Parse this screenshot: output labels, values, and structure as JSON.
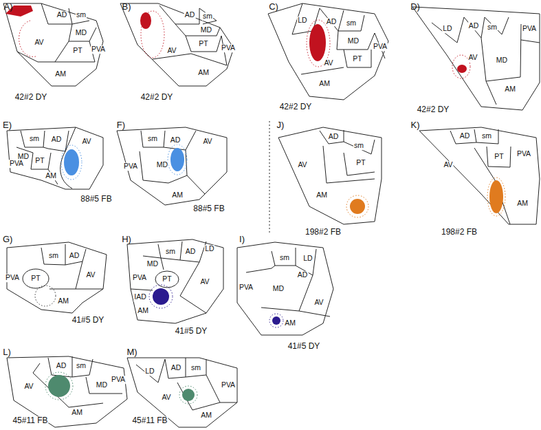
{
  "diagram": {
    "labels": [
      "A)",
      "AD",
      "sm",
      "MD",
      "AV",
      "PT",
      "PVA",
      "AM",
      "42#2 DY",
      "B)",
      "AD",
      "sm",
      "MD",
      "PT",
      "PVA",
      "AV",
      "AM",
      "42#2 DY",
      "C)",
      "LD",
      "AD",
      "sm",
      "MD",
      "PVA",
      "PT",
      "AV",
      "AM",
      "42#2 DY",
      "D)",
      "LD",
      "AD",
      "sm",
      "PVA",
      "MD",
      "AV",
      "AM",
      "42#2 DY",
      "E)",
      "sm",
      "AD",
      "AV",
      "MD",
      "PT",
      "PVA",
      "AM",
      "88#5 FB",
      "F)",
      "sm",
      "AD",
      "AV",
      "PVA",
      "MD",
      "AM",
      "88#5 FB",
      "J)",
      "AD",
      "sm",
      "AV",
      "PT",
      "AM",
      "198#2 FB",
      "K)",
      "AD",
      "sm",
      "PVA",
      "PT",
      "AV",
      "AM",
      "198#2 FB",
      "G)",
      "AD",
      "sm",
      "AV",
      "PVA",
      "PT",
      "AM",
      "41#5 DY",
      "H)",
      "LD",
      "sm",
      "AD",
      "MD",
      "PVA",
      "PT",
      "AV",
      "IAD",
      "AM",
      "41#5 DY",
      "I)",
      "LD",
      "sm",
      "AD",
      "PVA",
      "MD",
      "AV",
      "AM",
      "41#5 DY",
      "L)",
      "AD",
      "sm",
      "PVA",
      "MD",
      "AV",
      "AM",
      "45#11 FB",
      "M)",
      "LD",
      "AD",
      "sm",
      "PVA",
      "AV",
      "AM",
      "45#11 FB"
    ]
  }
}
